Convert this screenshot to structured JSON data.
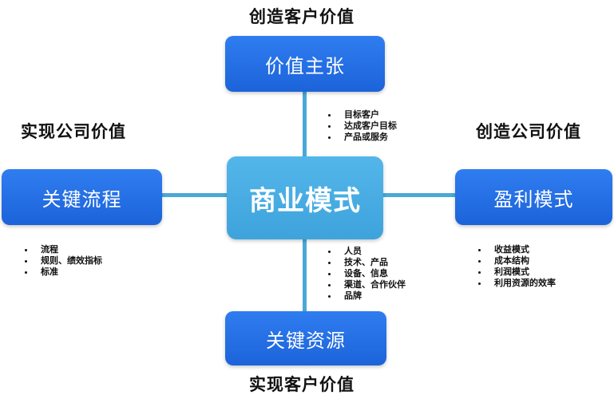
{
  "diagram": {
    "center": {
      "label": "商业模式"
    },
    "top": {
      "box_label": "价值主张",
      "caption": "创造客户价值",
      "bullets": [
        "目标客户",
        "达成客户目标",
        "产品或服务"
      ]
    },
    "left": {
      "box_label": "关键流程",
      "caption": "实现公司价值",
      "bullets": [
        "流程",
        "规则、绩效指标",
        "标准"
      ]
    },
    "right": {
      "box_label": "盈利模式",
      "caption": "创造公司价值",
      "bullets": [
        "收益模式",
        "成本结构",
        "利润模式",
        "利用资源的效率"
      ]
    },
    "bottom": {
      "box_label": "关键资源",
      "caption": "实现客户价值",
      "bullets": [
        "人员",
        "技术、产品",
        "设备、信息",
        "渠道、合作伙伴",
        "品牌"
      ]
    }
  },
  "colors": {
    "box_blue": "#1f6ee6",
    "center_blue": "#48addf",
    "connector": "#4aa8d8"
  }
}
